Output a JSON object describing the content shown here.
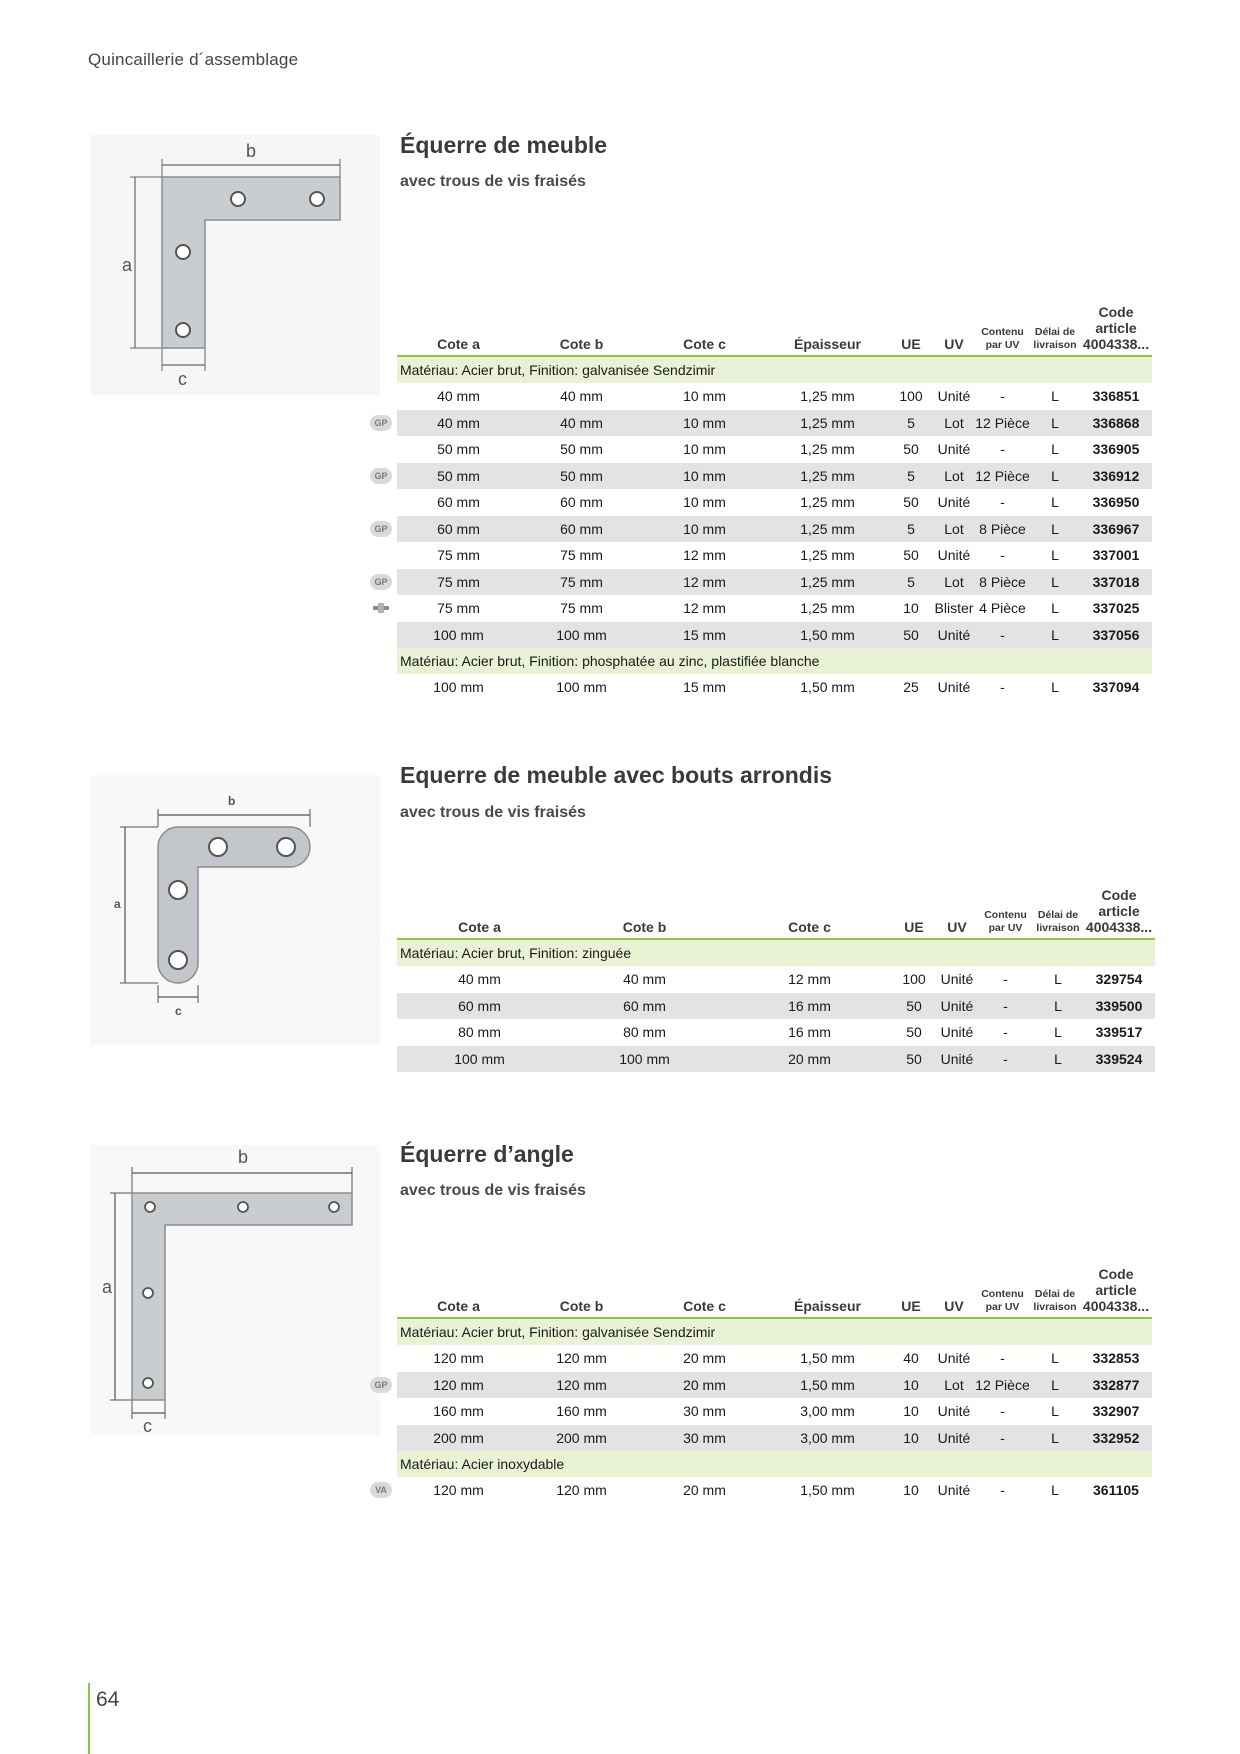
{
  "header": {
    "title": "Quincaillerie d´assemblage"
  },
  "page_number": "64",
  "sections": [
    {
      "title": "Équerre de meuble",
      "subtitle": "avec trous de vis fraisés",
      "image_labels": {
        "a": "a",
        "b": "b",
        "c": "c"
      },
      "columns": [
        "Cote a",
        "Cote b",
        "Cote c",
        "Épaisseur",
        "UE",
        "UV",
        "Contenu par UV",
        "Délai de livraison",
        "Code article 4004338..."
      ],
      "column_lines": {
        "contenu": [
          "Contenu",
          "par UV"
        ],
        "delai": [
          "Délai de",
          "livraison"
        ],
        "code": [
          "Code article",
          "4004338..."
        ]
      },
      "groups": [
        {
          "material": "Matériau: Acier brut, Finition: galvanisée Sendzimir",
          "rows": [
            {
              "badge": "",
              "cote_a": "40 mm",
              "cote_b": "40 mm",
              "cote_c": "10 mm",
              "epaisseur": "1,25 mm",
              "ue": "100",
              "uv": "Unité",
              "contenu": "-",
              "delai": "L",
              "code": "336851"
            },
            {
              "badge": "GP",
              "cote_a": "40 mm",
              "cote_b": "40 mm",
              "cote_c": "10 mm",
              "epaisseur": "1,25 mm",
              "ue": "5",
              "uv": "Lot",
              "contenu": "12 Pièce",
              "delai": "L",
              "code": "336868"
            },
            {
              "badge": "",
              "cote_a": "50 mm",
              "cote_b": "50 mm",
              "cote_c": "10 mm",
              "epaisseur": "1,25 mm",
              "ue": "50",
              "uv": "Unité",
              "contenu": "-",
              "delai": "L",
              "code": "336905"
            },
            {
              "badge": "GP",
              "cote_a": "50 mm",
              "cote_b": "50 mm",
              "cote_c": "10 mm",
              "epaisseur": "1,25 mm",
              "ue": "5",
              "uv": "Lot",
              "contenu": "12 Pièce",
              "delai": "L",
              "code": "336912"
            },
            {
              "badge": "",
              "cote_a": "60 mm",
              "cote_b": "60 mm",
              "cote_c": "10 mm",
              "epaisseur": "1,25 mm",
              "ue": "50",
              "uv": "Unité",
              "contenu": "-",
              "delai": "L",
              "code": "336950"
            },
            {
              "badge": "GP",
              "cote_a": "60 mm",
              "cote_b": "60 mm",
              "cote_c": "10 mm",
              "epaisseur": "1,25 mm",
              "ue": "5",
              "uv": "Lot",
              "contenu": "8 Pièce",
              "delai": "L",
              "code": "336967"
            },
            {
              "badge": "",
              "cote_a": "75 mm",
              "cote_b": "75 mm",
              "cote_c": "12 mm",
              "epaisseur": "1,25 mm",
              "ue": "50",
              "uv": "Unité",
              "contenu": "-",
              "delai": "L",
              "code": "337001"
            },
            {
              "badge": "GP",
              "cote_a": "75 mm",
              "cote_b": "75 mm",
              "cote_c": "12 mm",
              "epaisseur": "1,25 mm",
              "ue": "5",
              "uv": "Lot",
              "contenu": "8 Pièce",
              "delai": "L",
              "code": "337018"
            },
            {
              "badge": "blister",
              "cote_a": "75 mm",
              "cote_b": "75 mm",
              "cote_c": "12 mm",
              "epaisseur": "1,25 mm",
              "ue": "10",
              "uv": "Blister",
              "contenu": "4 Pièce",
              "delai": "L",
              "code": "337025"
            },
            {
              "badge": "",
              "cote_a": "100 mm",
              "cote_b": "100 mm",
              "cote_c": "15 mm",
              "epaisseur": "1,50 mm",
              "ue": "50",
              "uv": "Unité",
              "contenu": "-",
              "delai": "L",
              "code": "337056"
            }
          ]
        },
        {
          "material": "Matériau: Acier brut, Finition: phosphatée au zinc, plastifiée blanche",
          "rows": [
            {
              "badge": "",
              "cote_a": "100 mm",
              "cote_b": "100 mm",
              "cote_c": "15 mm",
              "epaisseur": "1,50 mm",
              "ue": "25",
              "uv": "Unité",
              "contenu": "-",
              "delai": "L",
              "code": "337094"
            }
          ]
        }
      ]
    },
    {
      "title": "Equerre de meuble avec bouts arrondis",
      "subtitle": "avec trous de vis fraisés",
      "image_labels": {
        "a": "a",
        "b": "b",
        "c": "c"
      },
      "columns": [
        "Cote a",
        "Cote b",
        "Cote c",
        "UE",
        "UV",
        "Contenu par UV",
        "Délai de livraison",
        "Code article 4004338..."
      ],
      "groups": [
        {
          "material": "Matériau: Acier brut, Finition: zinguée",
          "rows": [
            {
              "cote_a": "40 mm",
              "cote_b": "40 mm",
              "cote_c": "12 mm",
              "ue": "100",
              "uv": "Unité",
              "contenu": "-",
              "delai": "L",
              "code": "329754"
            },
            {
              "cote_a": "60 mm",
              "cote_b": "60 mm",
              "cote_c": "16 mm",
              "ue": "50",
              "uv": "Unité",
              "contenu": "-",
              "delai": "L",
              "code": "339500"
            },
            {
              "cote_a": "80 mm",
              "cote_b": "80 mm",
              "cote_c": "16 mm",
              "ue": "50",
              "uv": "Unité",
              "contenu": "-",
              "delai": "L",
              "code": "339517"
            },
            {
              "cote_a": "100 mm",
              "cote_b": "100 mm",
              "cote_c": "20 mm",
              "ue": "50",
              "uv": "Unité",
              "contenu": "-",
              "delai": "L",
              "code": "339524"
            }
          ]
        }
      ]
    },
    {
      "title": "Équerre d’angle",
      "subtitle": "avec trous de vis fraisés",
      "image_labels": {
        "a": "a",
        "b": "b",
        "c": "c"
      },
      "columns": [
        "Cote a",
        "Cote b",
        "Cote c",
        "Épaisseur",
        "UE",
        "UV",
        "Contenu par UV",
        "Délai de livraison",
        "Code article 4004338..."
      ],
      "groups": [
        {
          "material": "Matériau: Acier brut, Finition: galvanisée Sendzimir",
          "rows": [
            {
              "badge": "",
              "cote_a": "120 mm",
              "cote_b": "120 mm",
              "cote_c": "20 mm",
              "epaisseur": "1,50 mm",
              "ue": "40",
              "uv": "Unité",
              "contenu": "-",
              "delai": "L",
              "code": "332853"
            },
            {
              "badge": "GP",
              "cote_a": "120 mm",
              "cote_b": "120 mm",
              "cote_c": "20 mm",
              "epaisseur": "1,50 mm",
              "ue": "10",
              "uv": "Lot",
              "contenu": "12 Pièce",
              "delai": "L",
              "code": "332877"
            },
            {
              "badge": "",
              "cote_a": "160 mm",
              "cote_b": "160 mm",
              "cote_c": "30 mm",
              "epaisseur": "3,00 mm",
              "ue": "10",
              "uv": "Unité",
              "contenu": "-",
              "delai": "L",
              "code": "332907"
            },
            {
              "badge": "",
              "cote_a": "200 mm",
              "cote_b": "200 mm",
              "cote_c": "30 mm",
              "epaisseur": "3,00 mm",
              "ue": "10",
              "uv": "Unité",
              "contenu": "-",
              "delai": "L",
              "code": "332952"
            }
          ]
        },
        {
          "material": "Matériau: Acier inoxydable",
          "rows": [
            {
              "badge": "VA",
              "cote_a": "120 mm",
              "cote_b": "120 mm",
              "cote_c": "20 mm",
              "epaisseur": "1,50 mm",
              "ue": "10",
              "uv": "Unité",
              "contenu": "-",
              "delai": "L",
              "code": "361105"
            }
          ]
        }
      ]
    }
  ]
}
